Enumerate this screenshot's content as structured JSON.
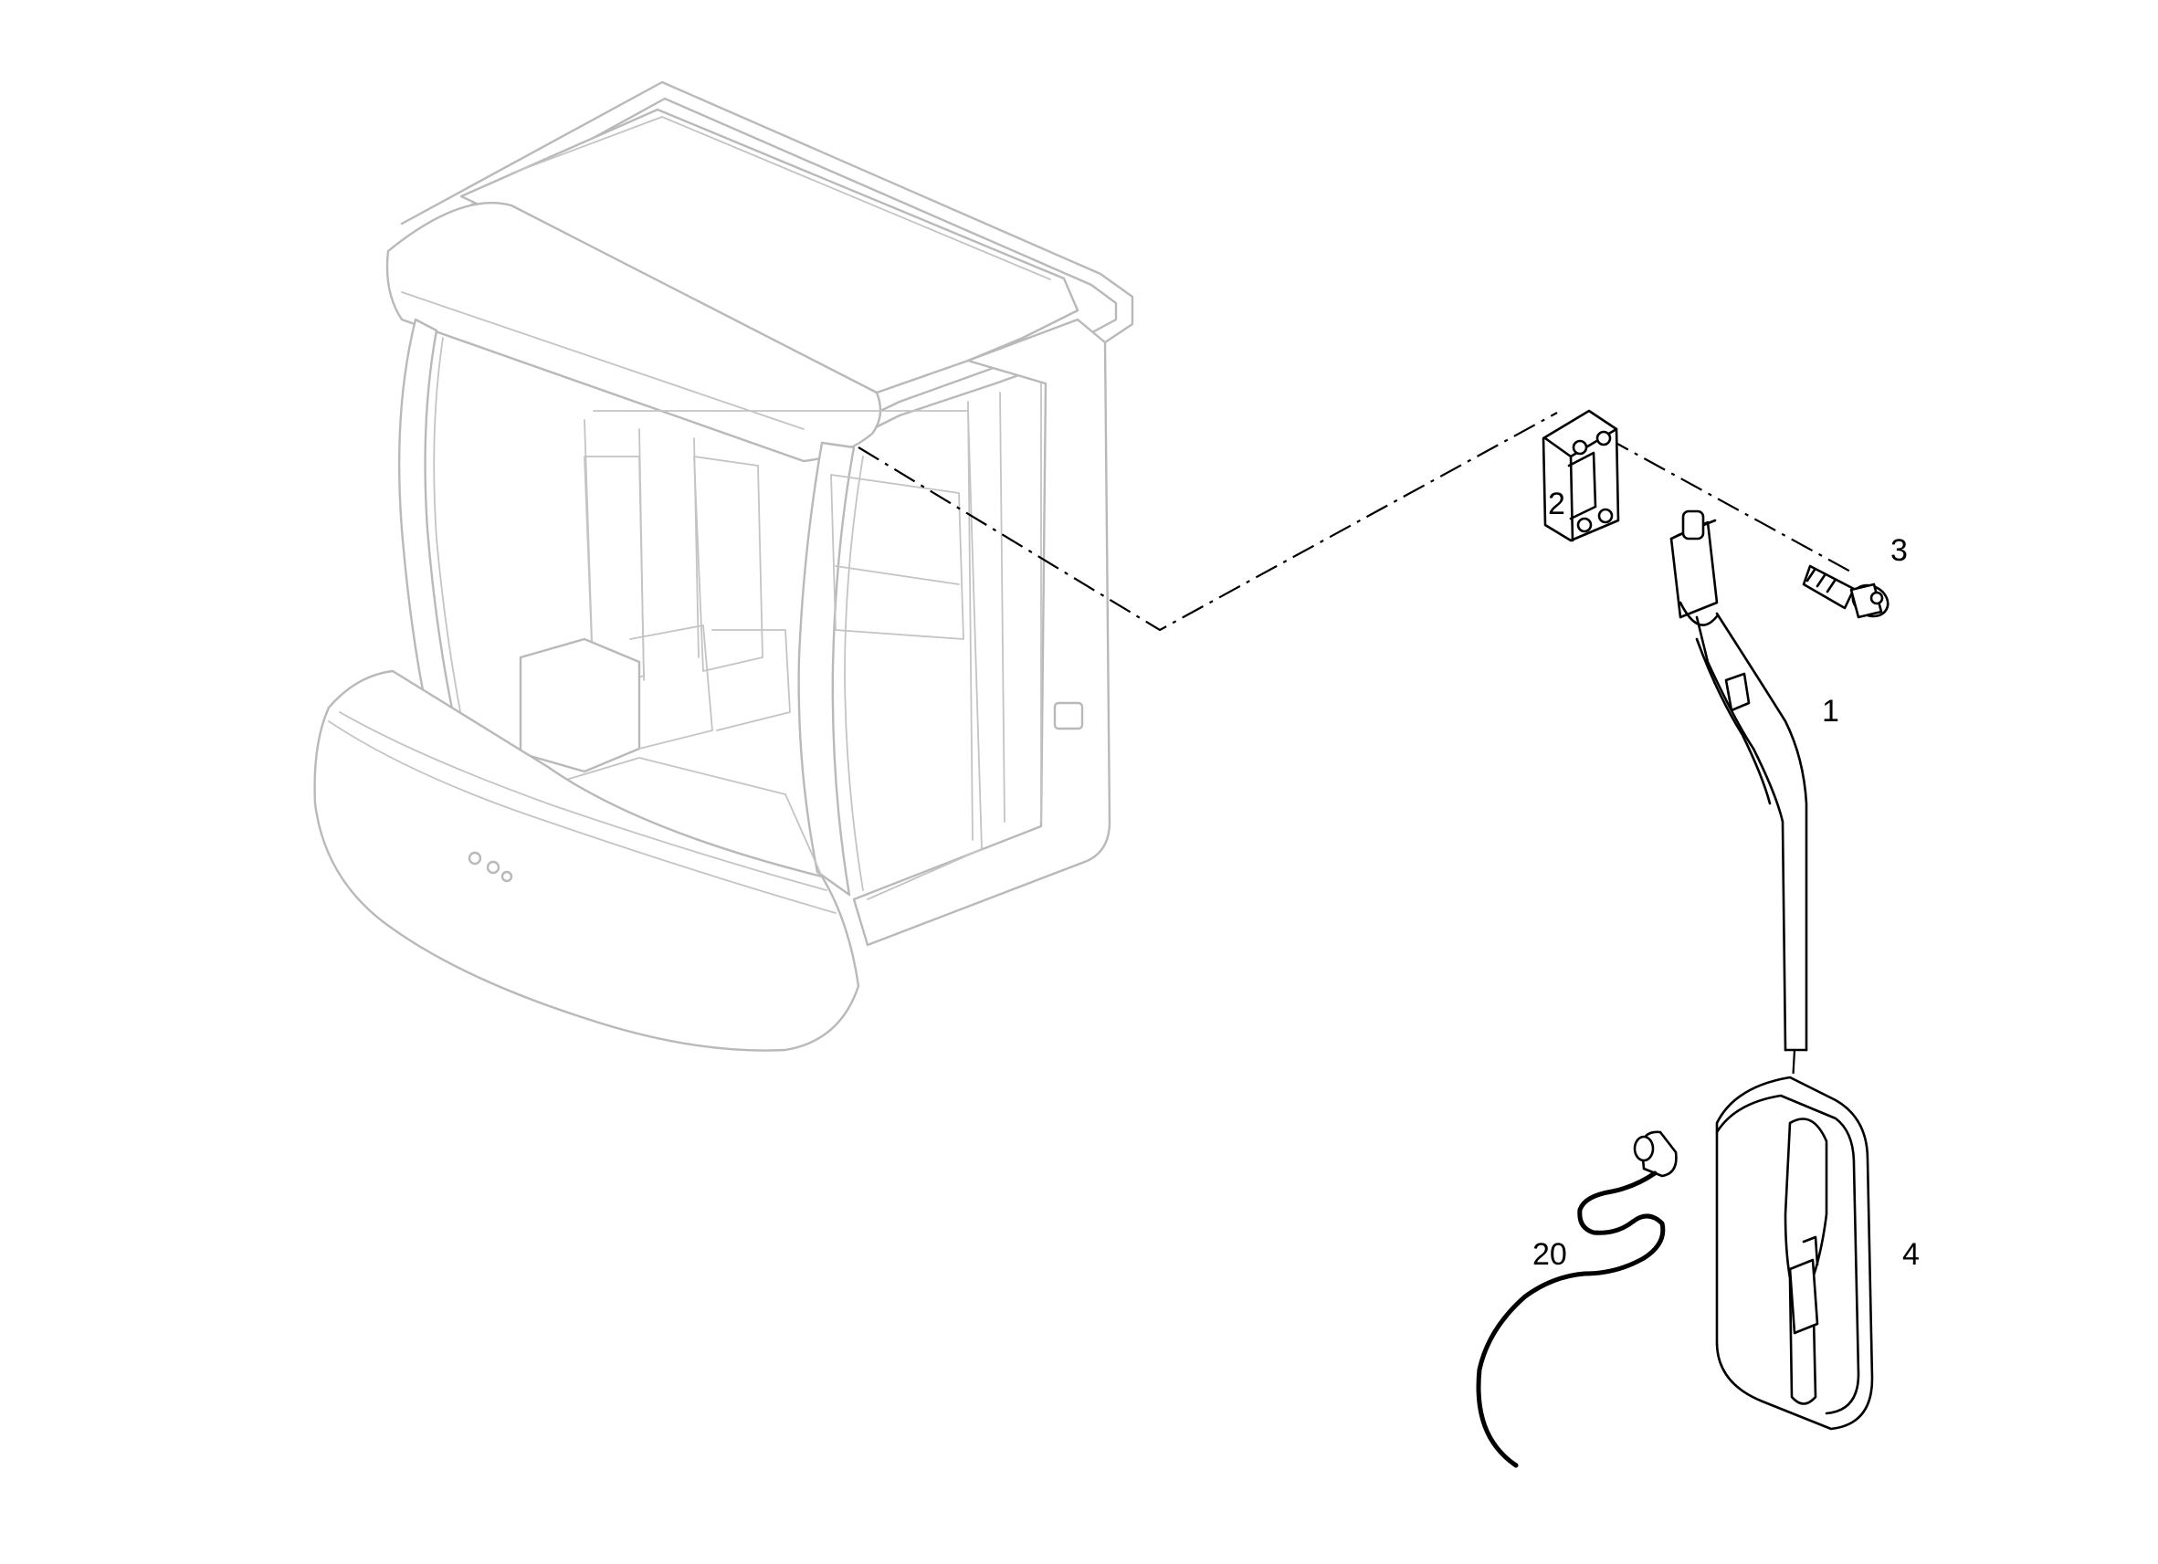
{
  "callouts": {
    "rearview_mirror_arm": "1",
    "mounting_plate": "2",
    "screw": "3",
    "mirror_head": "4",
    "wiring_harness": "20"
  }
}
